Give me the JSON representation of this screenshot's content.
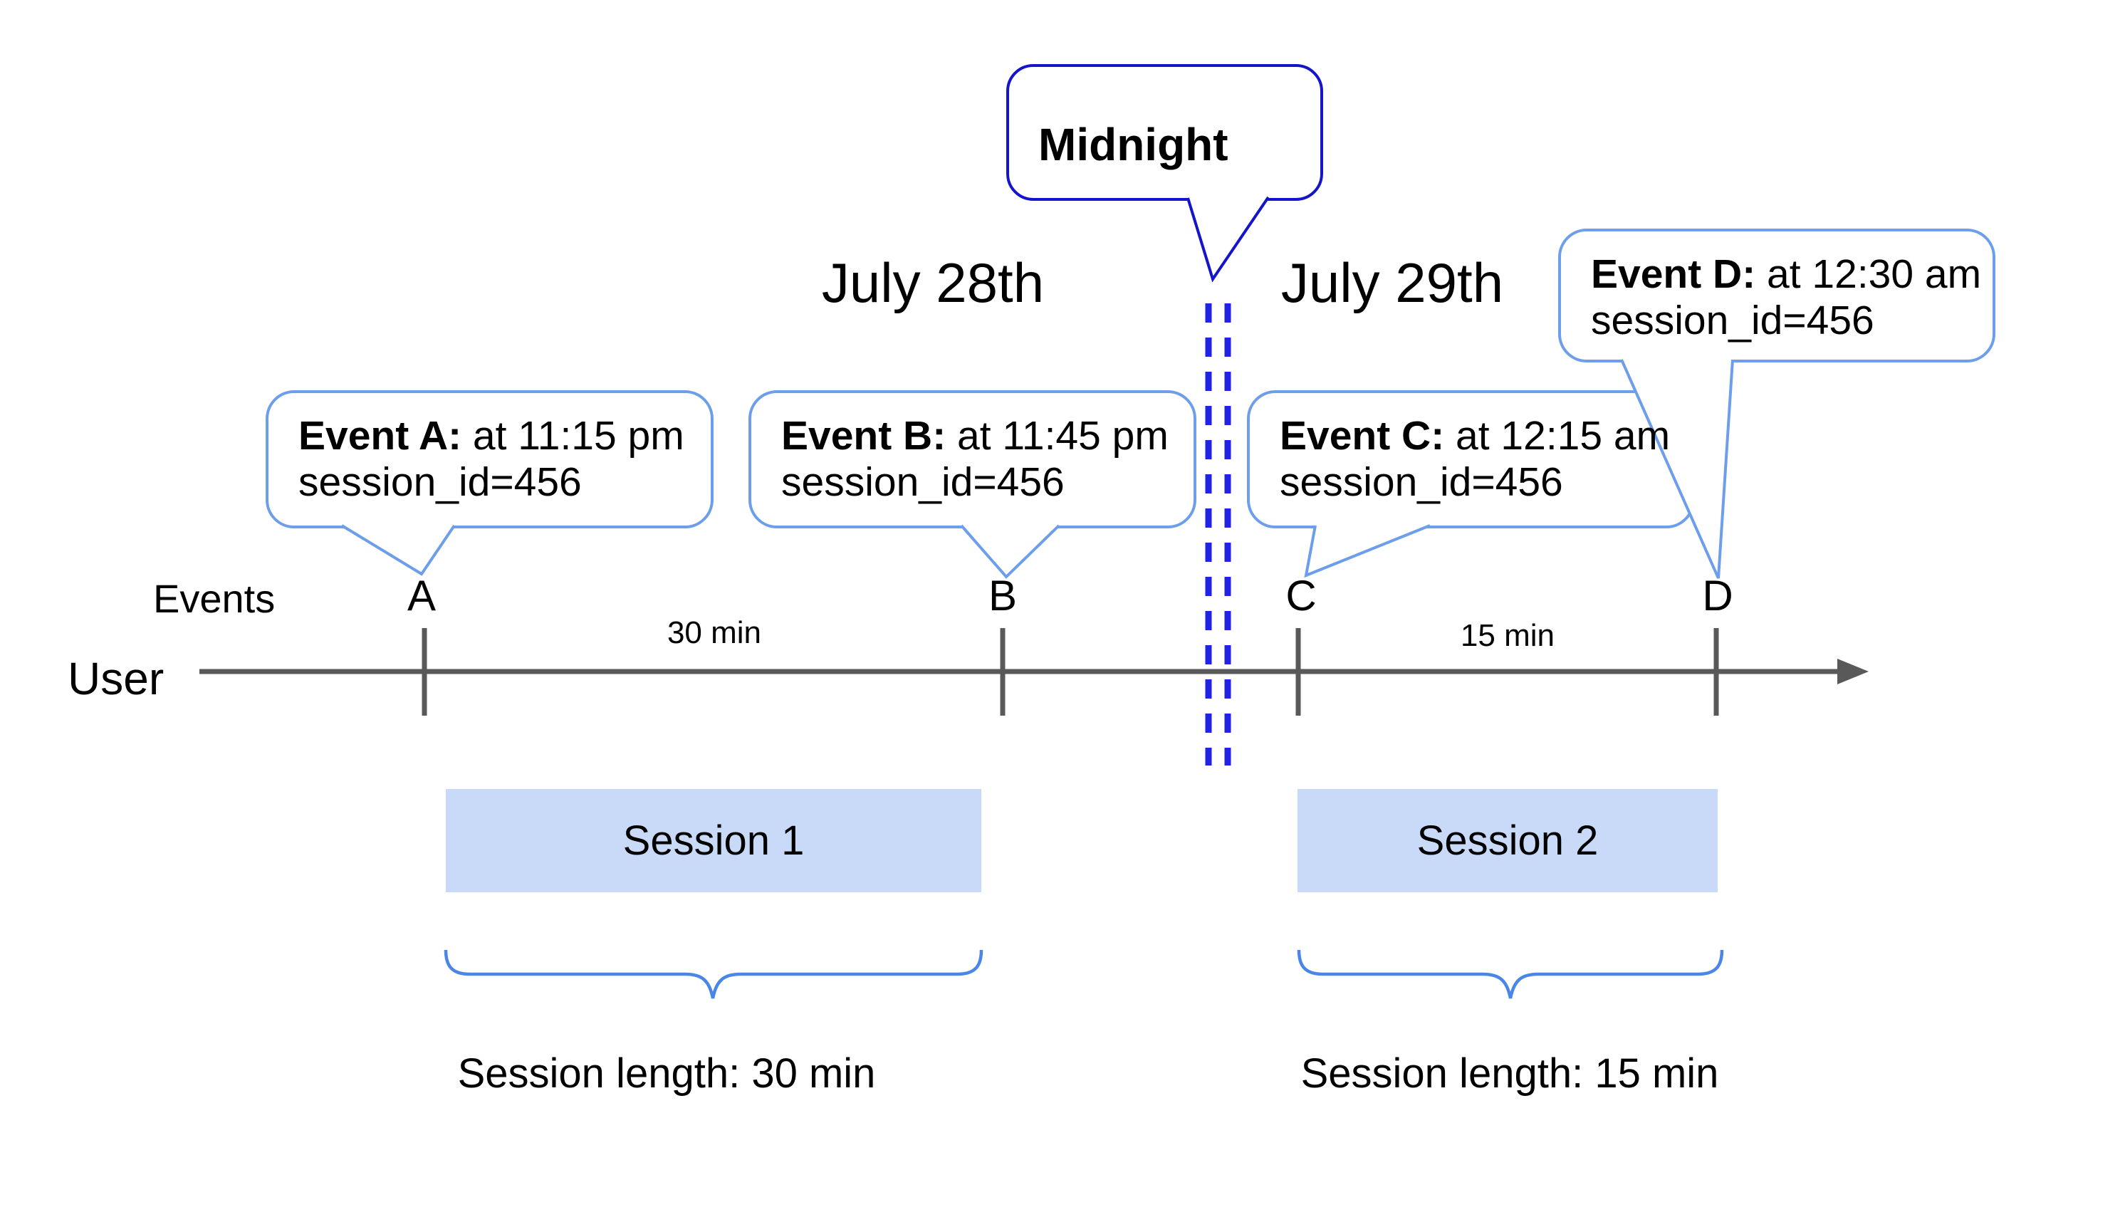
{
  "diagram": {
    "midnight_label": "Midnight",
    "date_left": "July 28th",
    "date_right": "July 29th",
    "events_axis_label": "Events",
    "user_label": "User",
    "events": [
      {
        "letter": "A",
        "title": "Event A:",
        "time": " at 11:15 pm",
        "session": "session_id=456"
      },
      {
        "letter": "B",
        "title": "Event B:",
        "time": " at 11:45 pm",
        "session": "session_id=456"
      },
      {
        "letter": "C",
        "title": "Event C:",
        "time": " at 12:15 am",
        "session": "session_id=456"
      },
      {
        "letter": "D",
        "title": "Event D:",
        "time": " at 12:30 am",
        "session": "session_id=456"
      }
    ],
    "gaps": [
      "30 min",
      "15 min"
    ],
    "sessions": [
      {
        "name": "Session 1",
        "length_label": "Session length: 30 min"
      },
      {
        "name": "Session 2",
        "length_label": "Session length: 15 min"
      }
    ],
    "colors": {
      "text": "#000000",
      "gray": "#595959",
      "event_bubble_border": "#6d9eeb",
      "midnight_border": "#1414cc",
      "dash_line": "#2222e2",
      "brace": "#4a86e8",
      "session_fill": "#c9daf8"
    }
  }
}
